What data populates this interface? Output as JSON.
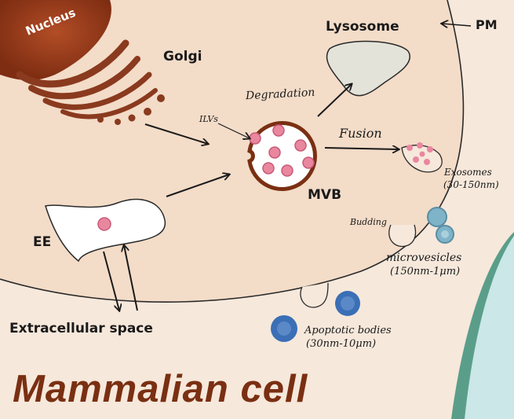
{
  "labels": {
    "nucleus": "Nucleus",
    "golgi": "Golgi",
    "lysosome": "Lysosome",
    "pm": "PM",
    "degradation": "Degradation",
    "ilvs": "ILVs",
    "fusion": "Fusion",
    "mvb": "MVB",
    "exosomes": "Exosomes",
    "exosomes_size": "(30-150nm)",
    "ee": "EE",
    "budding": "Budding",
    "microvesicles": "microvesicles",
    "microvesicles_size": "(150nm-1μm)",
    "extracellular_space": "Extracellular space",
    "apoptotic_bodies": "Apoptotic bodies",
    "apoptotic_size": "(30nm-10μm)",
    "title": "Mammalian cell"
  },
  "colors": {
    "cytoplasm": "#f3dcc8",
    "nucleus": "#9b3d1b",
    "golgi": "#8a3a1e",
    "vesicle_pink": "#e9879f",
    "apoptotic_blue": "#3b6fb6",
    "microvesicle_teal": "#7fb3c8",
    "title": "#7a2f12"
  }
}
